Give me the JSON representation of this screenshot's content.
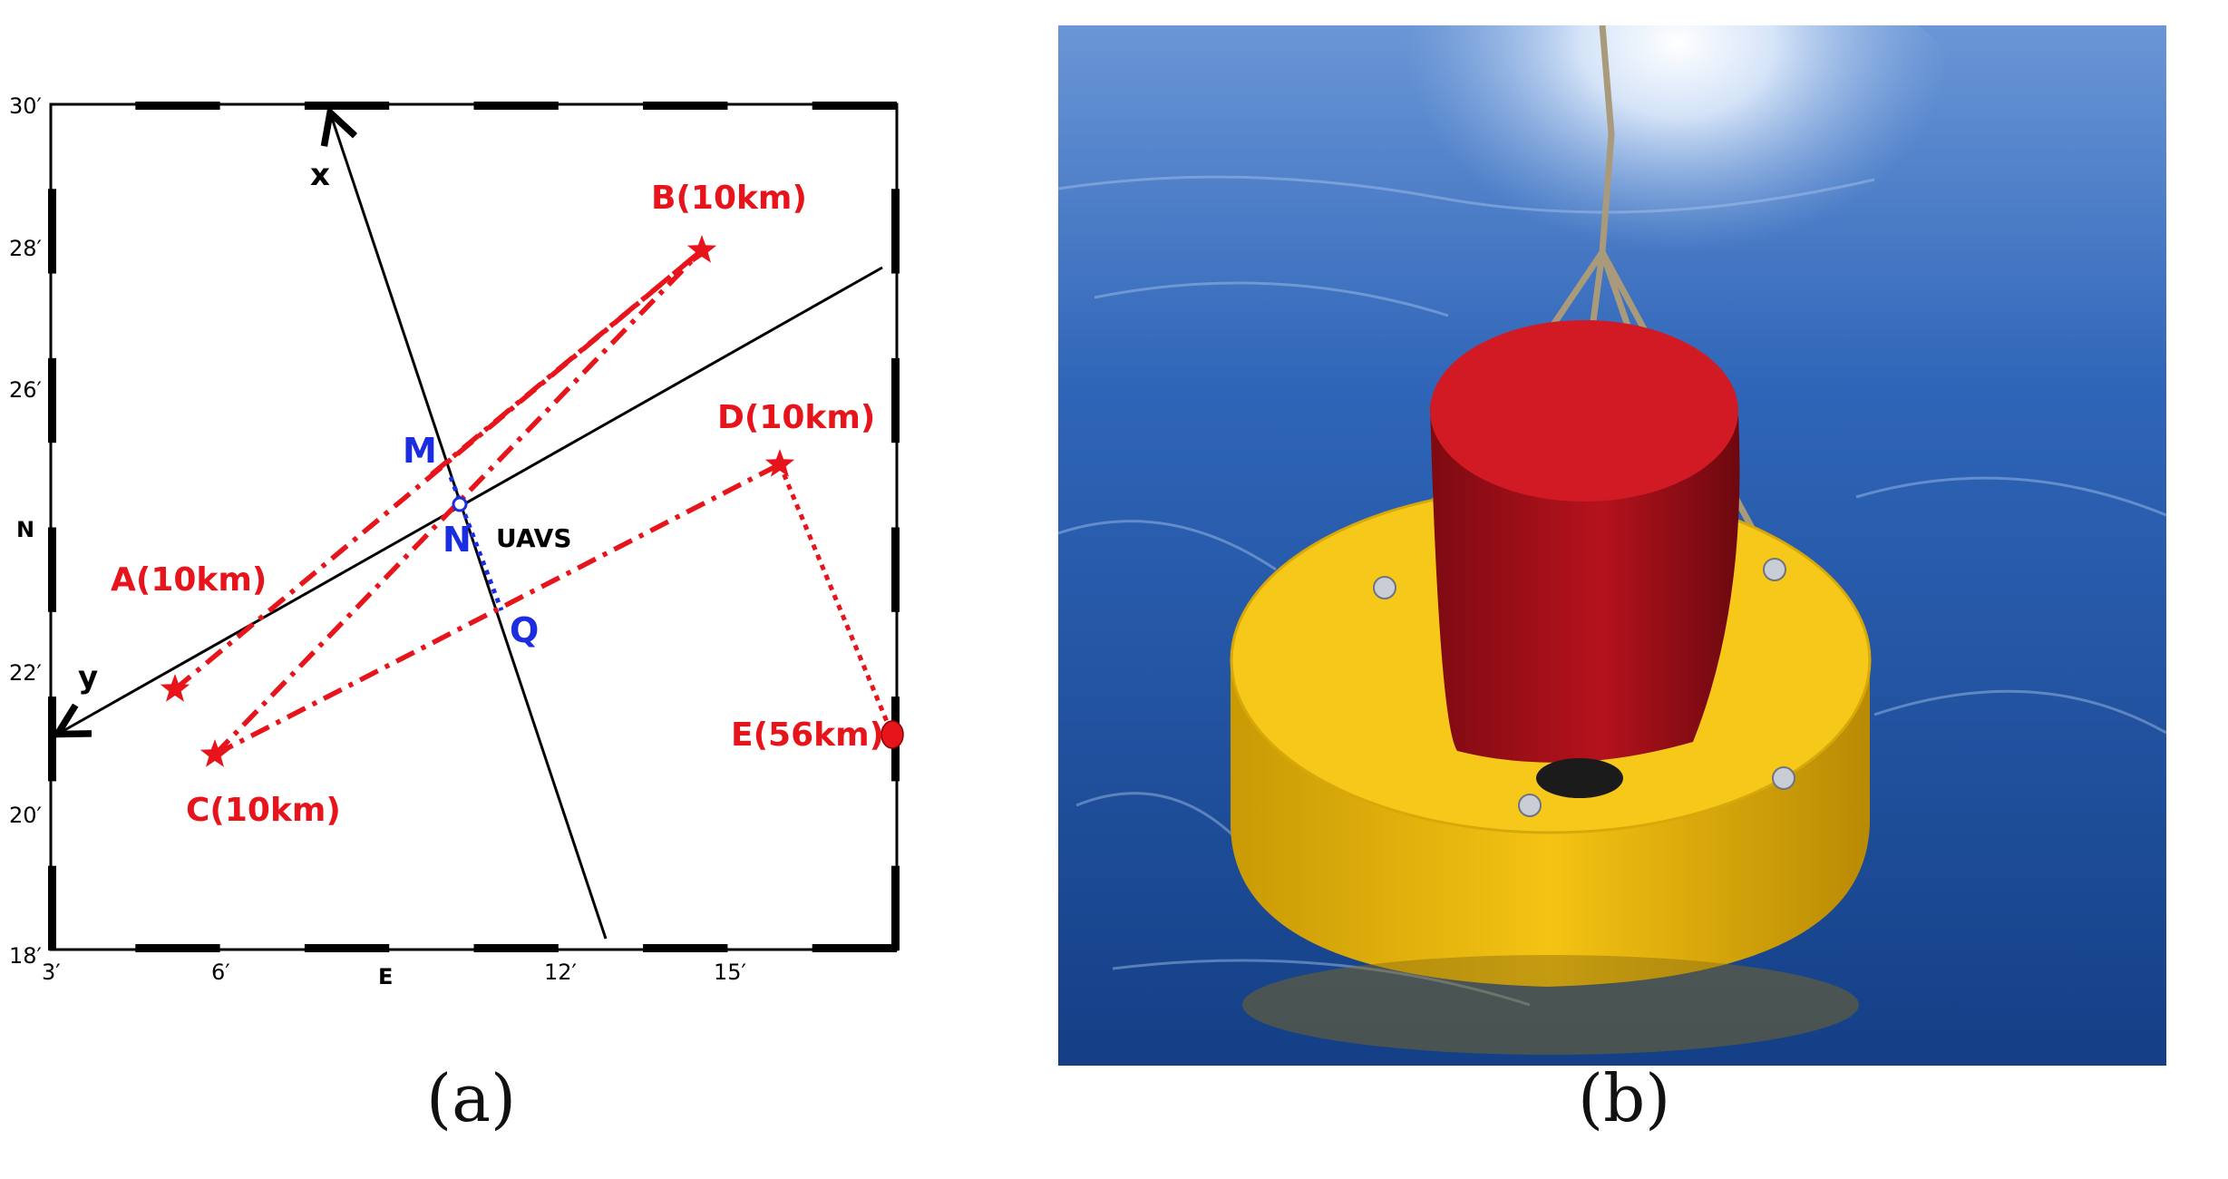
{
  "panel_a": {
    "caption": "(a)",
    "axis_letters": {
      "lat": "N",
      "lon": "E"
    },
    "lat_ticks": [
      "30′",
      "28′",
      "26′",
      "22′",
      "20′",
      "18′"
    ],
    "lon_ticks": [
      "3′",
      "6′",
      "12′",
      "15′"
    ],
    "local_axes": {
      "x": "x",
      "y": "y"
    },
    "stations": [
      {
        "id": "A",
        "label": "A(10km)",
        "marker": "star"
      },
      {
        "id": "B",
        "label": "B(10km)",
        "marker": "star"
      },
      {
        "id": "C",
        "label": "C(10km)",
        "marker": "star"
      },
      {
        "id": "D",
        "label": "D(10km)",
        "marker": "star"
      },
      {
        "id": "E",
        "label": "E(56km)",
        "marker": "dot"
      }
    ],
    "center_label": "UAVS",
    "points": {
      "M": "M",
      "N": "N",
      "Q": "Q"
    },
    "colors": {
      "stations": "#e8141b",
      "points": "#1a2ee0",
      "axes": "#000000"
    }
  },
  "panel_b": {
    "caption": "(b)",
    "icon": "buoy-photo",
    "colors": {
      "sea": "#1f56a8",
      "buoy": "#f2c10c",
      "cover": "#b3101a"
    }
  }
}
